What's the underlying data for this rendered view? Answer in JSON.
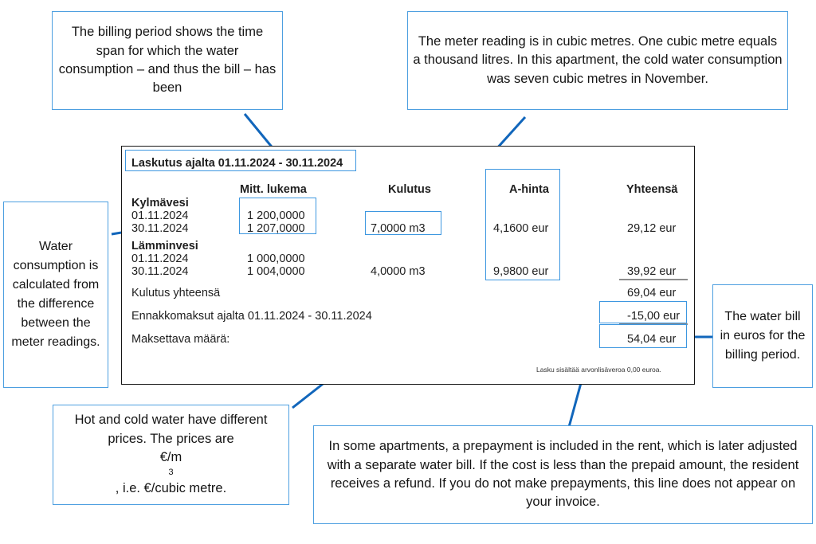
{
  "accent": {
    "callout_border": "#4d9fe0",
    "connector_line": "#1166bb",
    "highlight_border": "#3d97e0",
    "document_border": "#161616"
  },
  "callouts": {
    "billing_period": "The billing period shows the time span for which the water consumption – and thus the bill – has been",
    "meter_reading": "The meter reading is in cubic metres. One cubic metre equals a thousand litres. In this apartment, the cold water consumption was seven cubic metres in November.",
    "consumption_calc": "Water consumption is calculated from the difference between the meter readings.",
    "water_bill_total": "The water bill in euros for the billing period.",
    "prices_note_line1": "Hot and cold water have different prices. The prices are",
    "prices_note_line2_a": "€/m",
    "prices_note_line2_sup": "3",
    "prices_note_line2_b": ", i.e. €/cubic metre.",
    "prepayment": "In some apartments, a prepayment is included in the rent, which is later adjusted with a separate water bill. If the cost is less than the prepaid amount, the resident receives a refund. If you do not make prepayments, this line does not appear on your invoice."
  },
  "invoice": {
    "billing_header": "Laskutus  ajalta 01.11.2024 - 30.11.2024",
    "columns": {
      "meter_reading": "Mitt. lukema",
      "consumption": "Kulutus",
      "unit_price": "A-hinta",
      "total": "Yhteensä"
    },
    "cold_water": {
      "name": "Kylmävesi",
      "date_start": "01.11.2024",
      "date_end": "30.11.2024",
      "reading_start": "1 200,0000",
      "reading_end": "1 207,0000",
      "consumption": "7,0000 m3",
      "unit_price": "4,1600 eur",
      "total": "29,12 eur"
    },
    "hot_water": {
      "name": "Lämminvesi",
      "date_start": "01.11.2024",
      "date_end": "30.11.2024",
      "reading_start": "1 000,0000",
      "reading_end": "1 004,0000",
      "consumption": "4,0000 m3",
      "unit_price": "9,9800 eur",
      "total": "39,92 eur"
    },
    "summary": {
      "consumption_total_label": "Kulutus yhteensä",
      "consumption_total_value": "69,04 eur",
      "prepayments_label": "Ennakkomaksut ajalta 01.11.2024 - 30.11.2024",
      "prepayments_value": "-15,00 eur",
      "amount_due_label": "Maksettava määrä:",
      "amount_due_value": "54,04 eur"
    },
    "vat_footnote": "Lasku sisältää arvonlisäveroa 0,00 euroa."
  }
}
